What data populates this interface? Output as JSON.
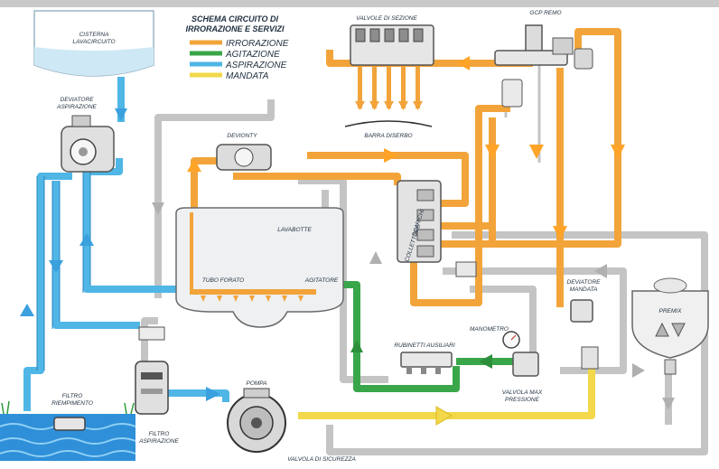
{
  "colors": {
    "irrorazione": "#f2a43a",
    "agitazione": "#3aa64a",
    "aspirazione": "#4fb6e6",
    "mandata": "#f2d84a",
    "return": "#c7c7c7",
    "tank_water": "#d9eef9",
    "pond_water": "#2f8fd8"
  },
  "title": {
    "line1": "SCHEMA CIRCUITO DI",
    "line2": "IRRORAZIONE E SERVIZI"
  },
  "legend": [
    {
      "label": "IRRORAZIONE",
      "color": "#f2a43a"
    },
    {
      "label": "AGITAZIONE",
      "color": "#3aa64a"
    },
    {
      "label": "ASPIRAZIONE",
      "color": "#4fb6e6"
    },
    {
      "label": "MANDATA",
      "color": "#f2d84a"
    }
  ],
  "labels": {
    "cisterna_1": "CISTERNA",
    "cisterna_2": "LAVACIRCUITO",
    "deviatore_asp_1": "DEVIATORE",
    "deviatore_asp_2": "ASPIRAZIONE",
    "valvole_sezione": "VALVOLE DI SEZIONE",
    "gcp_remo": "GCP REMO",
    "barra_diserbo": "BARRA DISERBO",
    "devionty": "DEVIONTY",
    "lavabotte": "LAVABOTTE",
    "tubo_forato": "TUBO FORATO",
    "agitatore": "AGITATORE",
    "collettore_1": "COLLETTORE",
    "collettore_2": "SCARICHI",
    "deviatore_man_1": "DEVIATORE",
    "deviatore_man_2": "MANDATA",
    "premix": "PREMIX",
    "manometro": "MANOMETRO",
    "rubinetti": "RUBINETTI AUSILIARI",
    "valvola_max_1": "VALVOLA MAX",
    "valvola_max_2": "PRESSIONE",
    "filtro_riemp_1": "FILTRO",
    "filtro_riemp_2": "RIEMPIMENTO",
    "filtro_asp_1": "FILTRO",
    "filtro_asp_2": "ASPIRAZIONE",
    "pompa": "POMPA",
    "valvola_sicurezza": "VALVOLA DI SICUREZZA"
  }
}
